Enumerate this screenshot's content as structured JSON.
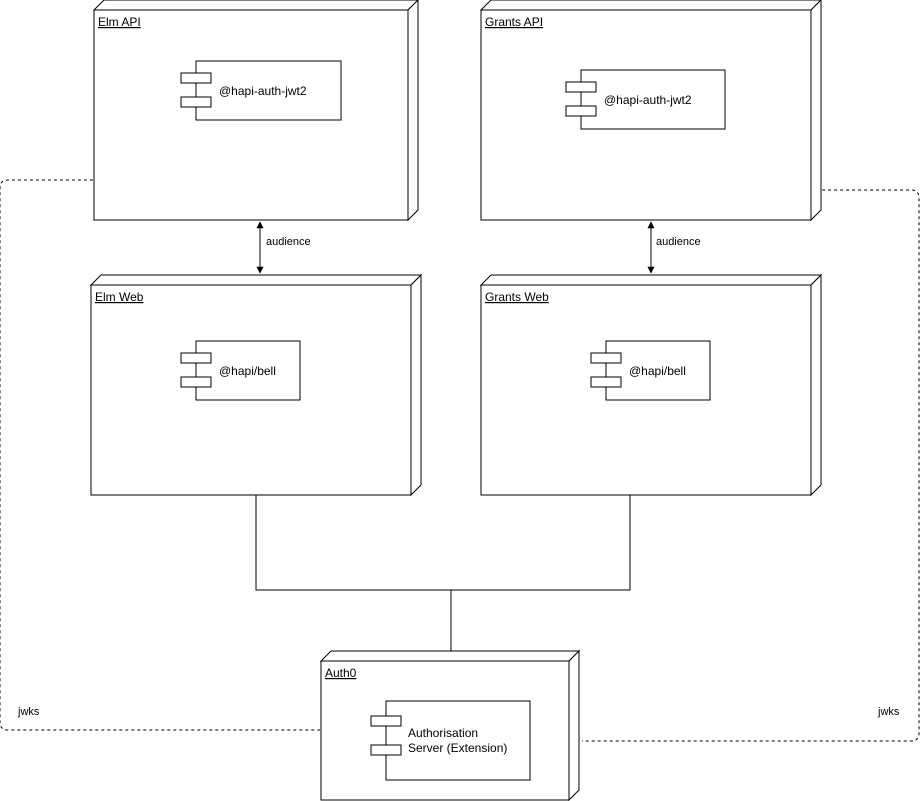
{
  "nodes": {
    "elm_api": {
      "title": "Elm API",
      "component": "@hapi-auth-jwt2"
    },
    "grants_api": {
      "title": "Grants API",
      "component": "@hapi-auth-jwt2"
    },
    "elm_web": {
      "title": "Elm Web",
      "component": "@hapi/bell"
    },
    "grants_web": {
      "title": "Grants Web",
      "component": "@hapi/bell"
    },
    "auth0": {
      "title": "Auth0",
      "component_line1": "Authorisation",
      "component_line2": "Server (Extension)"
    }
  },
  "edges": {
    "elm_audience": "audience",
    "grants_audience": "audience",
    "jwks_left": "jwks",
    "jwks_right": "jwks"
  }
}
